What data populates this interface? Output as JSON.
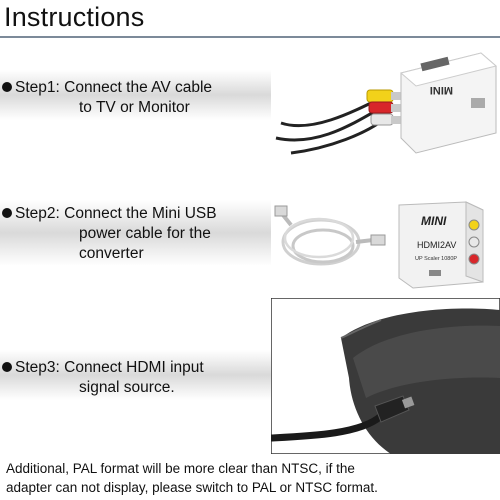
{
  "title": "Instructions",
  "steps": [
    {
      "label": "Step1:",
      "line1": "Connect the AV cable",
      "line2": "to TV or Monitor"
    },
    {
      "label": "Step2:",
      "line1": "Connect the Mini USB",
      "line2": "power cable for the",
      "line3": "converter"
    },
    {
      "label": "Step3:",
      "line1": "Connect HDMI input",
      "line2": "signal source."
    }
  ],
  "device_labels": {
    "brand": "MINI",
    "model": "HDMI2AV",
    "subtitle": "UP Scaler 1080P"
  },
  "footnote": {
    "line1": "Additional, PAL format will be more clear than NTSC, if the",
    "line2": "adapter can not display, please switch to PAL or NTSC format."
  },
  "colors": {
    "cable_yellow": "#f2d21a",
    "cable_red": "#d8262a",
    "cable_white": "#e8e8e8",
    "device_white": "#f4f4f4",
    "tv_dark": "#3a3a3a"
  }
}
